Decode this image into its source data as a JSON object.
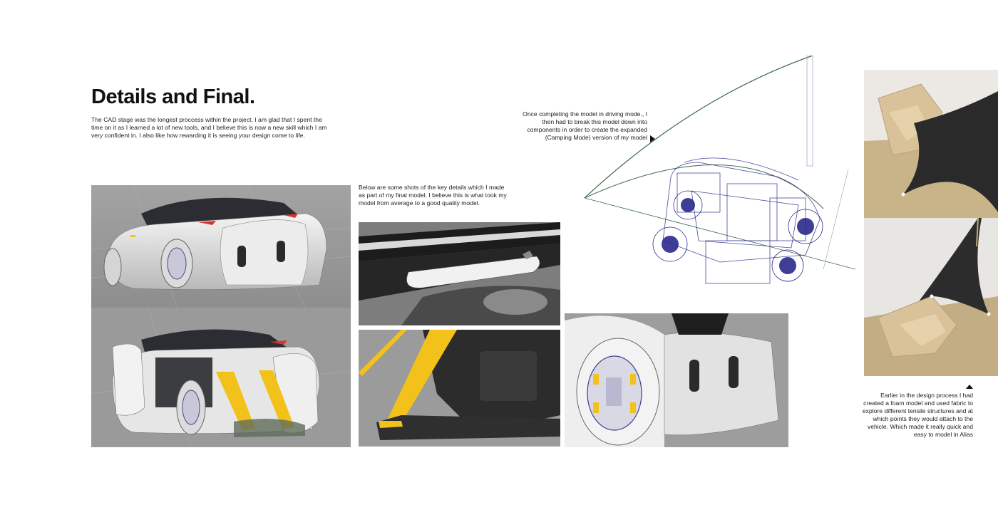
{
  "page": {
    "title": "Details and Final.",
    "intro_text": "The CAD stage was the longest proccess within the project. I am glad that I spent the time on it as I learned a lot of new tools, and I believe this is now a new skill which I am very confident in. I also like how rewarding it is seeing your design come to life.",
    "details_text": "Below are some shots of the key details which I made as part of my final model. I believe this is what took my model from average to a good quality model.",
    "expanded_text": "Once completing the model in driving mode., I then had to break this model down into components in order to create the expanded (Camping Mode) version of my model",
    "foam_text": "Earlier in the design process I had created a foam model and used fabric to explore different tensile structures and at which points they would attach to the vehicle. Which made it really quick and easy to model in Alias"
  },
  "colors": {
    "background": "#ffffff",
    "viewport_grey": "#9a9a9a",
    "strap_yellow": "#f2c21a",
    "accent_red": "#d8342c",
    "wireframe_blue": "#2a2a8c",
    "tent_line_green": "#3c6a4a",
    "foam_wood": "#d9c29a"
  },
  "icons": {
    "arrow_right": "triangle-right-icon",
    "arrow_up": "triangle-up-icon"
  }
}
